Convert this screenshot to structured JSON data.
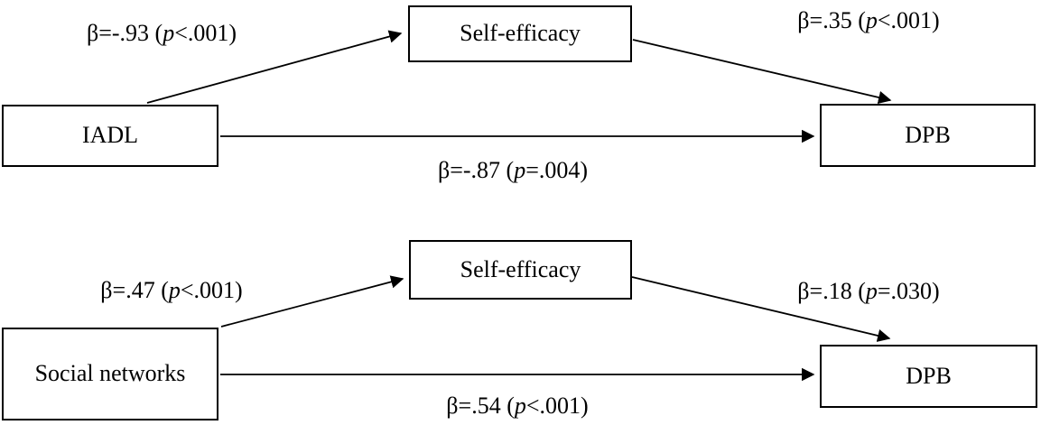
{
  "figure": {
    "type": "mediation-path-diagram",
    "colors": {
      "background": "#ffffff",
      "box_border": "#000000",
      "arrow": "#000000",
      "text": "#000000"
    }
  },
  "models": [
    {
      "predictor": "IADL",
      "mediator": "Self-efficacy",
      "outcome": "DPB",
      "path_predictor_mediator": {
        "pre": "β=-.93 (",
        "p": "p",
        "post": "<.001)"
      },
      "path_mediator_outcome": {
        "pre": "β=.35 (",
        "p": "p",
        "post": "<.001)"
      },
      "path_direct": {
        "pre": "β=-.87 (",
        "p": "p",
        "post": "=.004)"
      }
    },
    {
      "predictor": "Social networks",
      "mediator": "Self-efficacy",
      "outcome": "DPB",
      "path_predictor_mediator": {
        "pre": "β=.47 (",
        "p": "p",
        "post": "<.001)"
      },
      "path_mediator_outcome": {
        "pre": "β=.18 (",
        "p": "p",
        "post": "=.030)"
      },
      "path_direct": {
        "pre": "β=.54 (",
        "p": "p",
        "post": "<.001)"
      }
    }
  ]
}
